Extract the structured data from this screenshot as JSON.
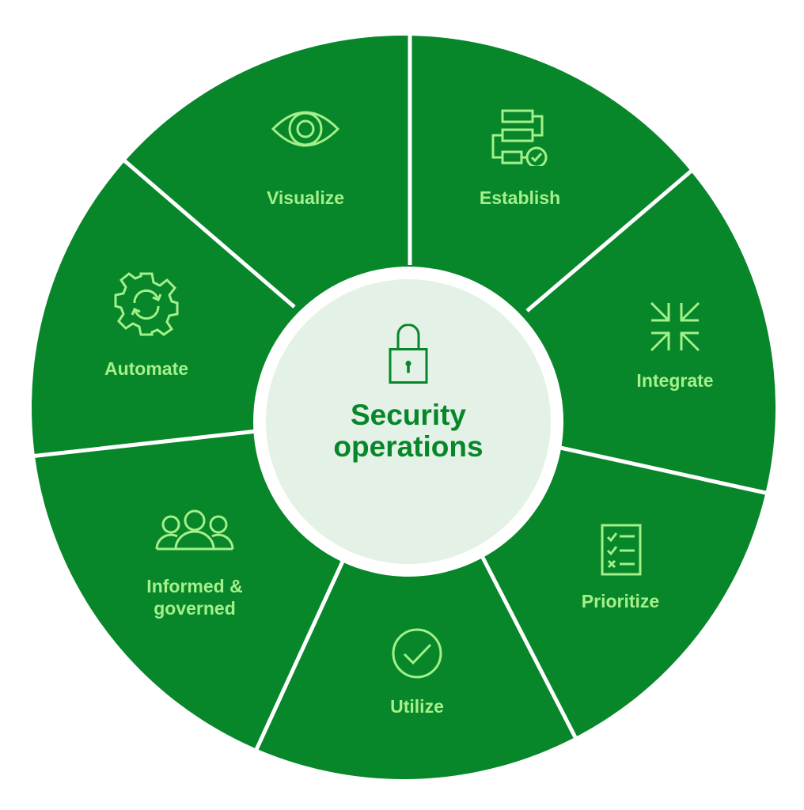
{
  "diagram": {
    "type": "segmented wheel",
    "colors": {
      "segment_fill": "#07862a",
      "divider": "#ffffff",
      "label_and_icon": "#a4f08a",
      "center_fill": "#e3f1e7",
      "center_text": "#07862a"
    },
    "center": {
      "title_line1": "Security",
      "title_line2": "operations",
      "icon": "padlock-icon"
    },
    "segments": [
      {
        "label": "Visualize",
        "icon": "eye-icon"
      },
      {
        "label": "Establish",
        "icon": "workflow-chart-check-icon"
      },
      {
        "label": "Integrate",
        "icon": "arrows-converge-icon"
      },
      {
        "label": "Prioritize",
        "icon": "checklist-icon"
      },
      {
        "label": "Utilize",
        "icon": "check-circle-icon"
      },
      {
        "label_line1": "Informed &",
        "label_line2": "governed",
        "icon": "people-group-icon"
      },
      {
        "label": "Automate",
        "icon": "gear-sync-icon"
      }
    ]
  }
}
